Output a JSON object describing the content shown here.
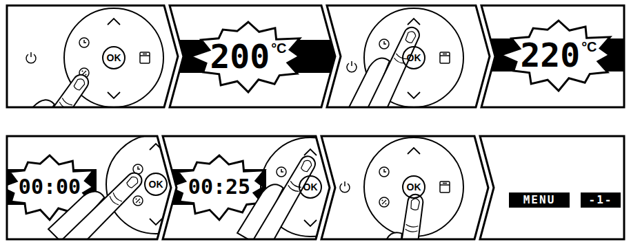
{
  "diagram": {
    "nodes": [
      {
        "text": []
      },
      {
        "text": [
          "OK"
        ],
        "in": 0
      },
      {
        "text": [
          "200",
          "°C"
        ]
      },
      {
        "text": []
      },
      {
        "text": [
          "OK"
        ],
        "in": 3
      },
      {
        "text": [
          "220",
          "°C"
        ]
      },
      {
        "text": [
          "00:00"
        ]
      },
      {
        "text": [
          "OK"
        ],
        "in": 6
      },
      {
        "text": [
          "00:25"
        ]
      },
      {
        "text": [
          "OK"
        ],
        "in": 8
      },
      {
        "text": []
      },
      {
        "text": [
          "OK"
        ],
        "in": 10
      },
      {
        "text": []
      },
      {
        "text": [
          "MENU"
        ],
        "in": 12
      },
      {
        "text": [
          "-1-"
        ],
        "in": 12
      }
    ]
  }
}
